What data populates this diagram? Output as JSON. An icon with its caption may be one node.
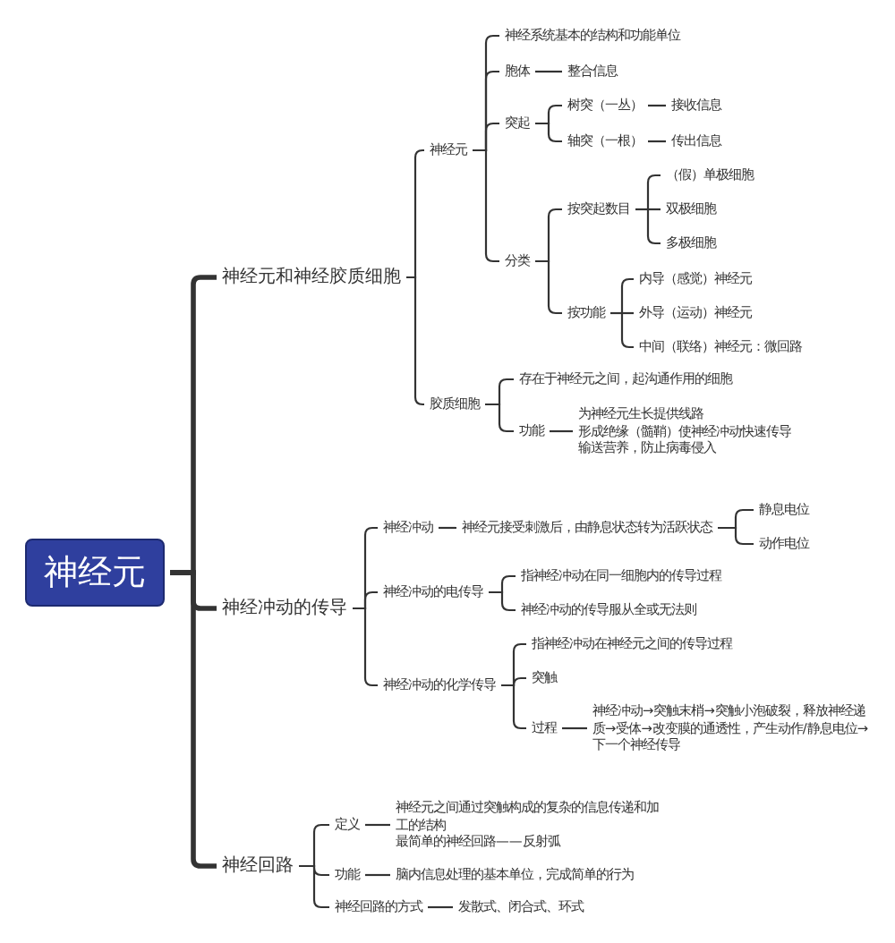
{
  "diagram": {
    "nodes": [
      {
        "text": [
          "神经元"
        ]
      },
      {
        "text": [
          "神经元和神经胶质细胞"
        ]
      },
      {
        "text": [
          "神经冲动的传导"
        ]
      },
      {
        "text": [
          "神经回路"
        ]
      },
      {
        "text": [
          "神经元"
        ]
      },
      {
        "text": [
          "胶质细胞"
        ]
      },
      {
        "text": [
          "神经系统基本的结构和功能单位"
        ]
      },
      {
        "text": [
          "胞体"
        ]
      },
      {
        "text": [
          "整合信息"
        ]
      },
      {
        "text": [
          "突起"
        ]
      },
      {
        "text": [
          "树突（一丛）"
        ]
      },
      {
        "text": [
          "接收信息"
        ]
      },
      {
        "text": [
          "轴突（一根）"
        ]
      },
      {
        "text": [
          "传出信息"
        ]
      },
      {
        "text": [
          "分类"
        ]
      },
      {
        "text": [
          "按突起数目"
        ]
      },
      {
        "text": [
          "（假）单极细胞"
        ]
      },
      {
        "text": [
          "双极细胞"
        ]
      },
      {
        "text": [
          "多极细胞"
        ]
      },
      {
        "text": [
          "按功能"
        ]
      },
      {
        "text": [
          "内导（感觉）神经元"
        ]
      },
      {
        "text": [
          "外导（运动）神经元"
        ]
      },
      {
        "text": [
          "中间（联络）神经元：微回路"
        ]
      },
      {
        "text": [
          "存在于神经元之间，起沟通作用的细胞"
        ]
      },
      {
        "text": [
          "功能"
        ]
      },
      {
        "text": [
          "为神经元生长提供线路",
          "形成绝缘（髓鞘）使神经冲动快速传导",
          "输送营养，防止病毒侵入"
        ]
      },
      {
        "text": [
          "神经冲动"
        ]
      },
      {
        "text": [
          "神经元接受刺激后，由静息状态转为活跃状态"
        ]
      },
      {
        "text": [
          "静息电位"
        ]
      },
      {
        "text": [
          "动作电位"
        ]
      },
      {
        "text": [
          "神经冲动的电传导"
        ]
      },
      {
        "text": [
          "指神经冲动在同一细胞内的传导过程"
        ]
      },
      {
        "text": [
          "神经冲动的传导服从全或无法则"
        ]
      },
      {
        "text": [
          "神经冲动的化学传导"
        ]
      },
      {
        "text": [
          "指神经冲动在神经元之间的传导过程"
        ]
      },
      {
        "text": [
          "突触"
        ]
      },
      {
        "text": [
          "过程"
        ]
      },
      {
        "text": [
          "神经冲动→突触末梢→突触小泡破裂，释放神经递质→受体→改变膜的通透性，产生动作/静息电位→下一个神经传导"
        ]
      },
      {
        "text": [
          "定义"
        ]
      },
      {
        "text": [
          "神经元之间通过突触构成的复杂的信息传递和加工的结构",
          "最简单的神经回路——反射弧"
        ]
      },
      {
        "text": [
          "功能"
        ]
      },
      {
        "text": [
          "脑内信息处理的基本单位，完成简单的行为"
        ]
      },
      {
        "text": [
          "神经回路的方式"
        ]
      },
      {
        "text": [
          "发散式、闭合式、环式"
        ]
      }
    ],
    "edges": [
      {
        "from": 0,
        "to": 1,
        "arrow": "none",
        "style": "thick"
      },
      {
        "from": 0,
        "to": 2,
        "arrow": "none",
        "style": "thick"
      },
      {
        "from": 0,
        "to": 3,
        "arrow": "none",
        "style": "thick"
      },
      {
        "from": 1,
        "to": 4,
        "arrow": "none"
      },
      {
        "from": 1,
        "to": 5,
        "arrow": "none"
      },
      {
        "from": 4,
        "to": 6,
        "arrow": "none"
      },
      {
        "from": 4,
        "to": 7,
        "arrow": "none"
      },
      {
        "from": 7,
        "to": 8,
        "arrow": "none"
      },
      {
        "from": 4,
        "to": 9,
        "arrow": "none"
      },
      {
        "from": 9,
        "to": 10,
        "arrow": "none"
      },
      {
        "from": 10,
        "to": 11,
        "arrow": "none"
      },
      {
        "from": 9,
        "to": 12,
        "arrow": "none"
      },
      {
        "from": 12,
        "to": 13,
        "arrow": "none"
      },
      {
        "from": 4,
        "to": 14,
        "arrow": "none"
      },
      {
        "from": 14,
        "to": 15,
        "arrow": "none"
      },
      {
        "from": 15,
        "to": 16,
        "arrow": "none"
      },
      {
        "from": 15,
        "to": 17,
        "arrow": "none"
      },
      {
        "from": 15,
        "to": 18,
        "arrow": "none"
      },
      {
        "from": 14,
        "to": 19,
        "arrow": "none"
      },
      {
        "from": 19,
        "to": 20,
        "arrow": "none"
      },
      {
        "from": 19,
        "to": 21,
        "arrow": "none"
      },
      {
        "from": 19,
        "to": 22,
        "arrow": "none"
      },
      {
        "from": 5,
        "to": 23,
        "arrow": "none"
      },
      {
        "from": 5,
        "to": 24,
        "arrow": "none"
      },
      {
        "from": 24,
        "to": 25,
        "arrow": "none"
      },
      {
        "from": 2,
        "to": 26,
        "arrow": "none"
      },
      {
        "from": 26,
        "to": 27,
        "arrow": "none"
      },
      {
        "from": 27,
        "to": 28,
        "arrow": "none"
      },
      {
        "from": 27,
        "to": 29,
        "arrow": "none"
      },
      {
        "from": 2,
        "to": 30,
        "arrow": "none"
      },
      {
        "from": 30,
        "to": 31,
        "arrow": "none"
      },
      {
        "from": 30,
        "to": 32,
        "arrow": "none"
      },
      {
        "from": 2,
        "to": 33,
        "arrow": "none"
      },
      {
        "from": 33,
        "to": 34,
        "arrow": "none"
      },
      {
        "from": 33,
        "to": 35,
        "arrow": "none"
      },
      {
        "from": 33,
        "to": 36,
        "arrow": "none"
      },
      {
        "from": 36,
        "to": 37,
        "arrow": "none"
      },
      {
        "from": 3,
        "to": 38,
        "arrow": "none"
      },
      {
        "from": 38,
        "to": 39,
        "arrow": "none"
      },
      {
        "from": 3,
        "to": 40,
        "arrow": "none"
      },
      {
        "from": 40,
        "to": 41,
        "arrow": "none"
      },
      {
        "from": 3,
        "to": 42,
        "arrow": "none"
      },
      {
        "from": 42,
        "to": 43,
        "arrow": "none"
      }
    ]
  }
}
